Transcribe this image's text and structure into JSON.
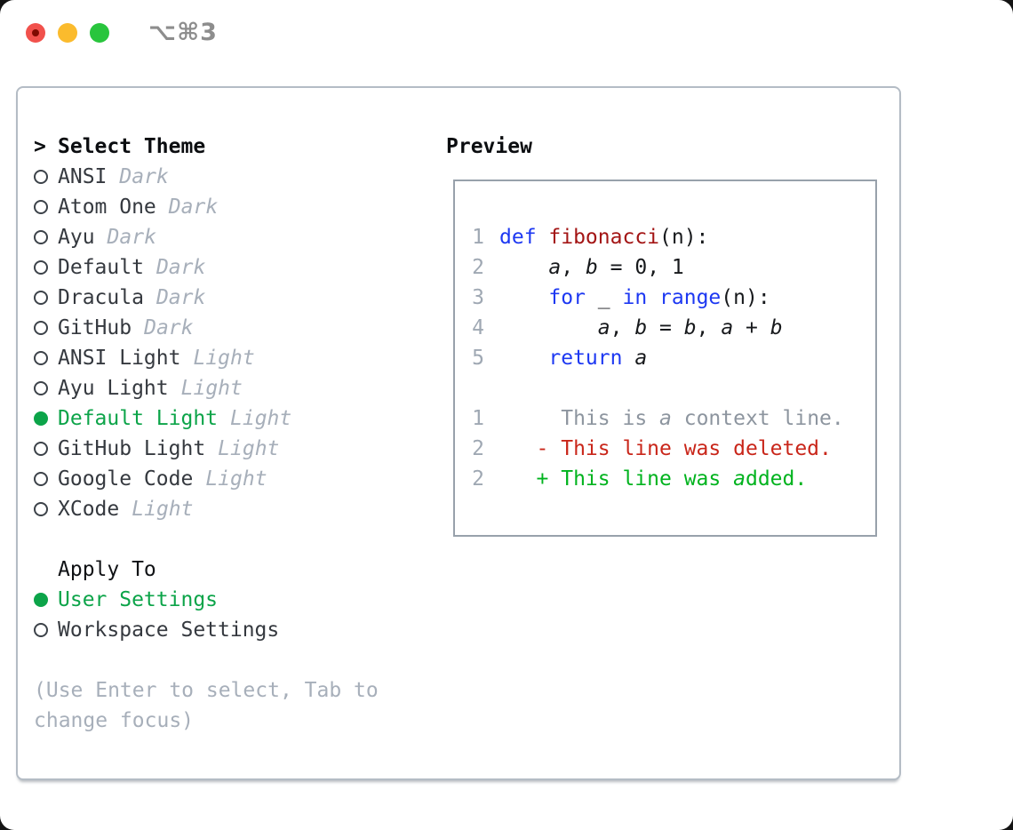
{
  "window": {
    "title": "⌥⌘3",
    "traffic_lights": [
      {
        "name": "close",
        "color": "#f1514c",
        "has_dot": true,
        "dot_color": "#7e0a00"
      },
      {
        "name": "minimize",
        "color": "#fbbb2d",
        "has_dot": false
      },
      {
        "name": "zoom",
        "color": "#29c53d",
        "has_dot": false
      }
    ]
  },
  "theme_panel": {
    "header": {
      "prefix": ">",
      "label": "Select Theme"
    },
    "themes": [
      {
        "name": "ANSI",
        "variant": "Dark",
        "selected": false
      },
      {
        "name": "Atom One",
        "variant": "Dark",
        "selected": false
      },
      {
        "name": "Ayu",
        "variant": "Dark",
        "selected": false
      },
      {
        "name": "Default",
        "variant": "Dark",
        "selected": false
      },
      {
        "name": "Dracula",
        "variant": "Dark",
        "selected": false
      },
      {
        "name": "GitHub",
        "variant": "Dark",
        "selected": false
      },
      {
        "name": "ANSI Light",
        "variant": "Light",
        "selected": false
      },
      {
        "name": "Ayu Light",
        "variant": "Light",
        "selected": false
      },
      {
        "name": "Default Light",
        "variant": "Light",
        "selected": true
      },
      {
        "name": "GitHub Light",
        "variant": "Light",
        "selected": false
      },
      {
        "name": "Google Code",
        "variant": "Light",
        "selected": false
      },
      {
        "name": "XCode",
        "variant": "Light",
        "selected": false
      }
    ],
    "apply_to": {
      "label": "Apply To",
      "options": [
        {
          "name": "User Settings",
          "selected": true
        },
        {
          "name": "Workspace Settings",
          "selected": false
        }
      ]
    },
    "hint": "(Use Enter to select, Tab to change focus)"
  },
  "preview": {
    "label": "Preview",
    "code_lines": [
      {
        "num": "1",
        "segments": [
          {
            "text": "def ",
            "cls": "kw"
          },
          {
            "text": "fibonacci",
            "cls": "fn"
          },
          {
            "text": "(n):",
            "cls": "plain"
          }
        ]
      },
      {
        "num": "2",
        "segments": [
          {
            "text": "    ",
            "cls": "plain"
          },
          {
            "text": "a",
            "cls": "var"
          },
          {
            "text": ", ",
            "cls": "plain"
          },
          {
            "text": "b",
            "cls": "var"
          },
          {
            "text": " = 0, 1",
            "cls": "plain"
          }
        ]
      },
      {
        "num": "3",
        "segments": [
          {
            "text": "    ",
            "cls": "plain"
          },
          {
            "text": "for",
            "cls": "kw"
          },
          {
            "text": " _ ",
            "cls": "plain"
          },
          {
            "text": "in",
            "cls": "kw"
          },
          {
            "text": " ",
            "cls": "plain"
          },
          {
            "text": "range",
            "cls": "kw"
          },
          {
            "text": "(n):",
            "cls": "plain"
          }
        ]
      },
      {
        "num": "4",
        "segments": [
          {
            "text": "        ",
            "cls": "plain"
          },
          {
            "text": "a",
            "cls": "var"
          },
          {
            "text": ", ",
            "cls": "plain"
          },
          {
            "text": "b",
            "cls": "var"
          },
          {
            "text": " = ",
            "cls": "plain"
          },
          {
            "text": "b",
            "cls": "var"
          },
          {
            "text": ", ",
            "cls": "plain"
          },
          {
            "text": "a",
            "cls": "var"
          },
          {
            "text": " + ",
            "cls": "plain"
          },
          {
            "text": "b",
            "cls": "var"
          }
        ]
      },
      {
        "num": "5",
        "segments": [
          {
            "text": "    ",
            "cls": "plain"
          },
          {
            "text": "return",
            "cls": "kw"
          },
          {
            "text": " ",
            "cls": "plain"
          },
          {
            "text": "a",
            "cls": "var"
          }
        ]
      },
      {
        "num": "",
        "segments": []
      },
      {
        "num": "1",
        "segments": [
          {
            "text": "     This is ",
            "cls": "ctx"
          },
          {
            "text": "a",
            "cls": "ctx-i"
          },
          {
            "text": " context line.",
            "cls": "ctx"
          }
        ]
      },
      {
        "num": "2",
        "segments": [
          {
            "text": "   - This line was deleted.",
            "cls": "del"
          }
        ]
      },
      {
        "num": "2",
        "segments": [
          {
            "text": "   + This line was ",
            "cls": "add"
          },
          {
            "text": "a",
            "cls": "add-i"
          },
          {
            "text": "dded.",
            "cls": "add"
          }
        ]
      }
    ]
  },
  "colors": {
    "accent_green": "#0ca449",
    "keyword_blue": "#1d38f2",
    "function_red": "#a31515",
    "diff_deleted": "#c9261a",
    "diff_added": "#00b31e",
    "muted_gray": "#a7afba",
    "panel_border": "#b4bcc5",
    "preview_border": "#98a1ab"
  }
}
